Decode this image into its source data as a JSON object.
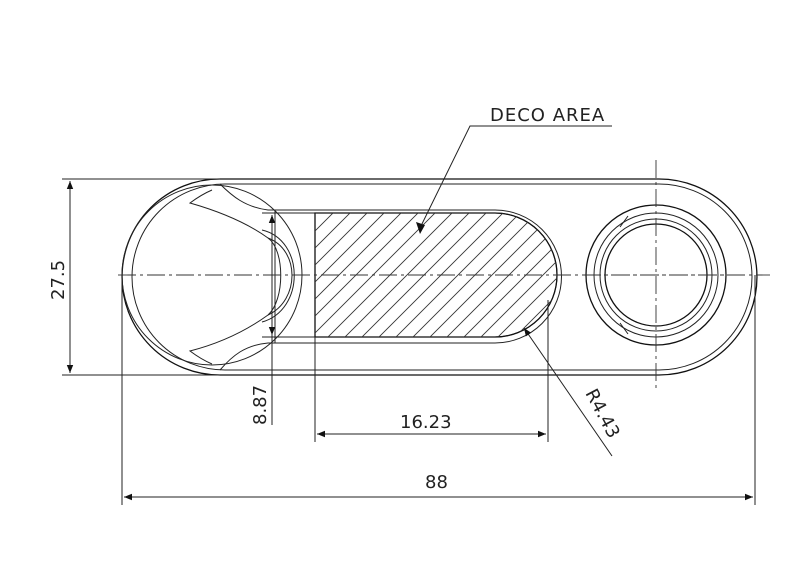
{
  "labels": {
    "deco_area": "DECO AREA"
  },
  "dimensions": {
    "height": "27.5",
    "slot_height": "8.87",
    "deco_width": "16.23",
    "radius": "R4.43",
    "overall_length": "88"
  }
}
